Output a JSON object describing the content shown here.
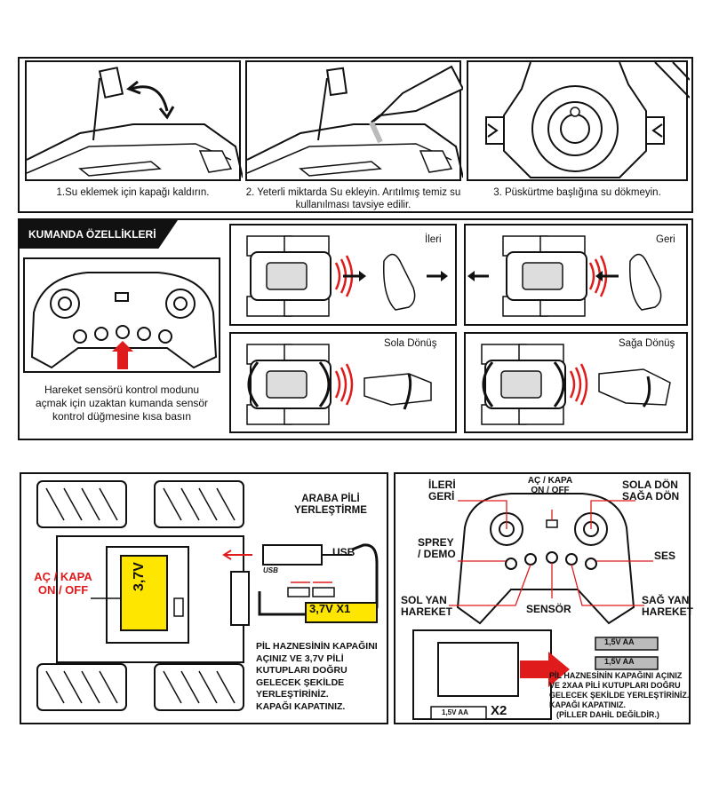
{
  "steps": [
    {
      "text": "1.Su eklemek için kapağı kaldırın."
    },
    {
      "text": "2. Yeterli miktarda Su ekleyin. Arıtılmış temiz su kullanılması tavsiye edilir."
    },
    {
      "text": "3. Püskürtme başlığına su dökmeyin."
    }
  ],
  "remote_features": {
    "header": "KUMANDA ÖZELLİKLERİ",
    "instruction": "Hareket sensörü kontrol modunu açmak için uzaktan kumanda sensör kontrol düğmesine kısa basın",
    "gestures": {
      "forward": "İleri",
      "back": "Geri",
      "left": "Sola Dönüş",
      "right": "Sağa Dönüş"
    }
  },
  "battery_car": {
    "title_line1": "ARABA PİLİ",
    "title_line2": "YERLEŞTİRME",
    "switch_label_line1": "AÇ / KAPA",
    "switch_label_line2": "ON / OFF",
    "battery_voltage": "3,7V",
    "usb_label": "USB",
    "port_label": "USB",
    "pack_label": "3,7V X1",
    "instruction_line1": "PİL HAZNESİNİN KAPAĞINI",
    "instruction_line2": "AÇINIZ VE 3,7V PİLİ",
    "instruction_line3": "KUTUPLARI DOĞRU",
    "instruction_line4": "GELECEK ŞEKİLDE",
    "instruction_line5": "YERLEŞTİRİNİZ.",
    "instruction_line6": "KAPAĞI KAPATINIZ."
  },
  "remote_layout": {
    "forward_back_line1": "İLERİ",
    "forward_back_line2": "GERİ",
    "power_line1": "AÇ / KAPA",
    "power_line2": "ON / OFF",
    "turn_line1": "SOLA DÖN",
    "turn_line2": "SAĞA DÖN",
    "spray_line1": "SPREY",
    "spray_line2": "/ DEMO",
    "sound": "SES",
    "side_left_line1": "SOL YAN",
    "side_left_line2": "HAREKET",
    "sensor": "SENSÖR",
    "side_right_line1": "SAĞ YAN",
    "side_right_line2": "HAREKET",
    "aa_label": "1,5V AA",
    "aa_count": "X2",
    "instruction_line1": "PİL HAZNESİNİN KAPAĞINI AÇINIZ",
    "instruction_line2": "VE 2XAA PİLİ KUTUPLARI DOĞRU",
    "instruction_line3": "GELECEK ŞEKİLDE YERLEŞTİRİNİZ.",
    "instruction_line4": "KAPAĞI KAPATINIZ.",
    "instruction_line5": "(PİLLER DAHİL DEĞİLDİR.)"
  },
  "colors": {
    "accent": "#e01b1b",
    "ink": "#111111",
    "battery": "#ffe600"
  }
}
